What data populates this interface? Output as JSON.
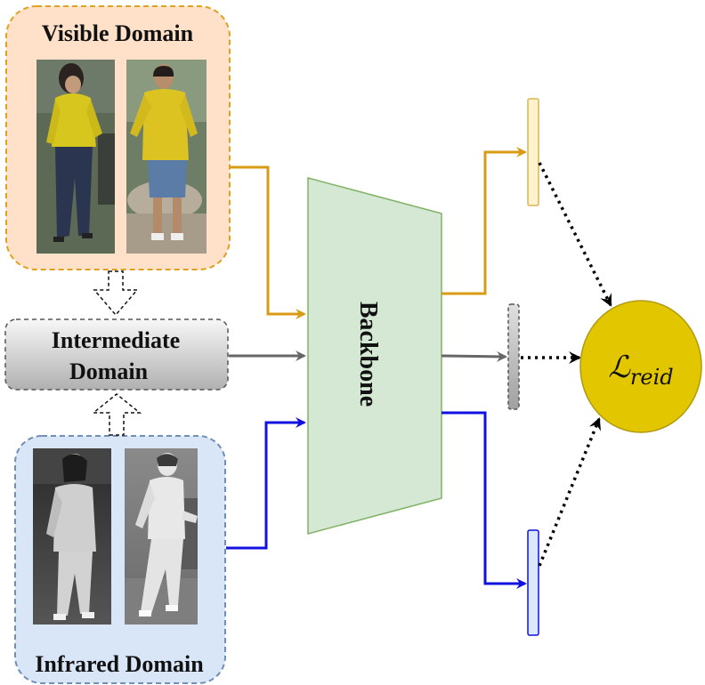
{
  "domains": {
    "visible": {
      "label": "Visible Domain",
      "color": "#d89b13",
      "fill": "#ffe0c8",
      "border": "#e0a020"
    },
    "intermediate": {
      "label_line1": "Intermediate",
      "label_line2": "Domain"
    },
    "infrared": {
      "label": "Infrared Domain",
      "color": "#1010e0",
      "fill": "#d9e6f7",
      "border": "#6f8fb5"
    }
  },
  "backbone": {
    "label": "Backbone",
    "fill": "#d5e8d4",
    "border": "#82b366"
  },
  "loss": {
    "label_main": "ℒ",
    "label_sub": "reid",
    "fill": "#e2c600",
    "border": "#b09a10"
  },
  "features": [
    {
      "name": "visible-feature",
      "fill": "#fff2cc",
      "border": "#d6b656"
    },
    {
      "name": "intermediate-feature",
      "fill": "#bdbdbd",
      "border": "#666666"
    },
    {
      "name": "infrared-feature",
      "fill": "#dae8fc",
      "border": "#1010e0"
    }
  ],
  "colors": {
    "intermediate_arrow": "#666666",
    "loss_arrows": "#000000"
  }
}
